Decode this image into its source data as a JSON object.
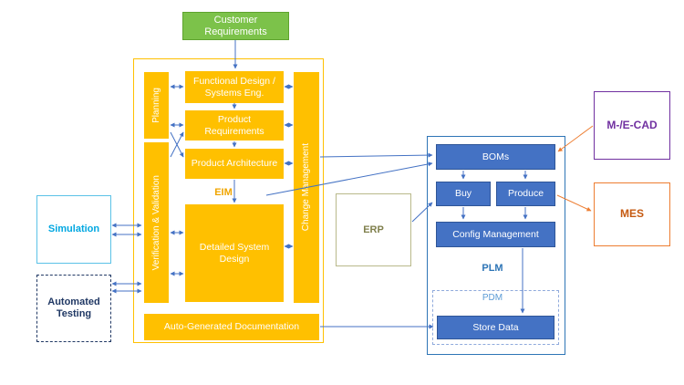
{
  "title": "Engineering / PLM process diagram",
  "colors": {
    "orange": "#FFC000",
    "green": "#7CC24A",
    "blue": "#4472C4",
    "blue_frame": "#2E75B6",
    "cyan": "#00A7E1",
    "navy": "#203864",
    "olive": "#80804D",
    "purple": "#7030A0",
    "mes_orange": "#ED7D31",
    "connector_blue": "#4472C4"
  },
  "nodes": {
    "customer_requirements": {
      "label": "Customer Requirements"
    },
    "planning": {
      "label": "Planning"
    },
    "functional_design": {
      "label": "Functional Design / Systems Eng."
    },
    "product_requirements": {
      "label": "Product Requirements"
    },
    "product_architecture": {
      "label": "Product Architecture"
    },
    "eim": {
      "label": "EIM"
    },
    "detailed_system_design": {
      "label": "Detailed System Design"
    },
    "verification_validation": {
      "label": "Verification & Validation"
    },
    "change_management": {
      "label": "Change Management"
    },
    "auto_documentation": {
      "label": "Auto-Generated Documentation"
    },
    "simulation": {
      "label": "Simulation"
    },
    "automated_testing": {
      "label": "Automated Testing"
    },
    "erp": {
      "label": "ERP"
    },
    "boms": {
      "label": "BOMs"
    },
    "buy": {
      "label": "Buy"
    },
    "produce": {
      "label": "Produce"
    },
    "config_management": {
      "label": "Config Management"
    },
    "plm": {
      "label": "PLM"
    },
    "pdm": {
      "label": "PDM"
    },
    "store_data": {
      "label": "Store Data"
    },
    "mecad": {
      "label": "M-/E-CAD"
    },
    "mes": {
      "label": "MES"
    }
  }
}
